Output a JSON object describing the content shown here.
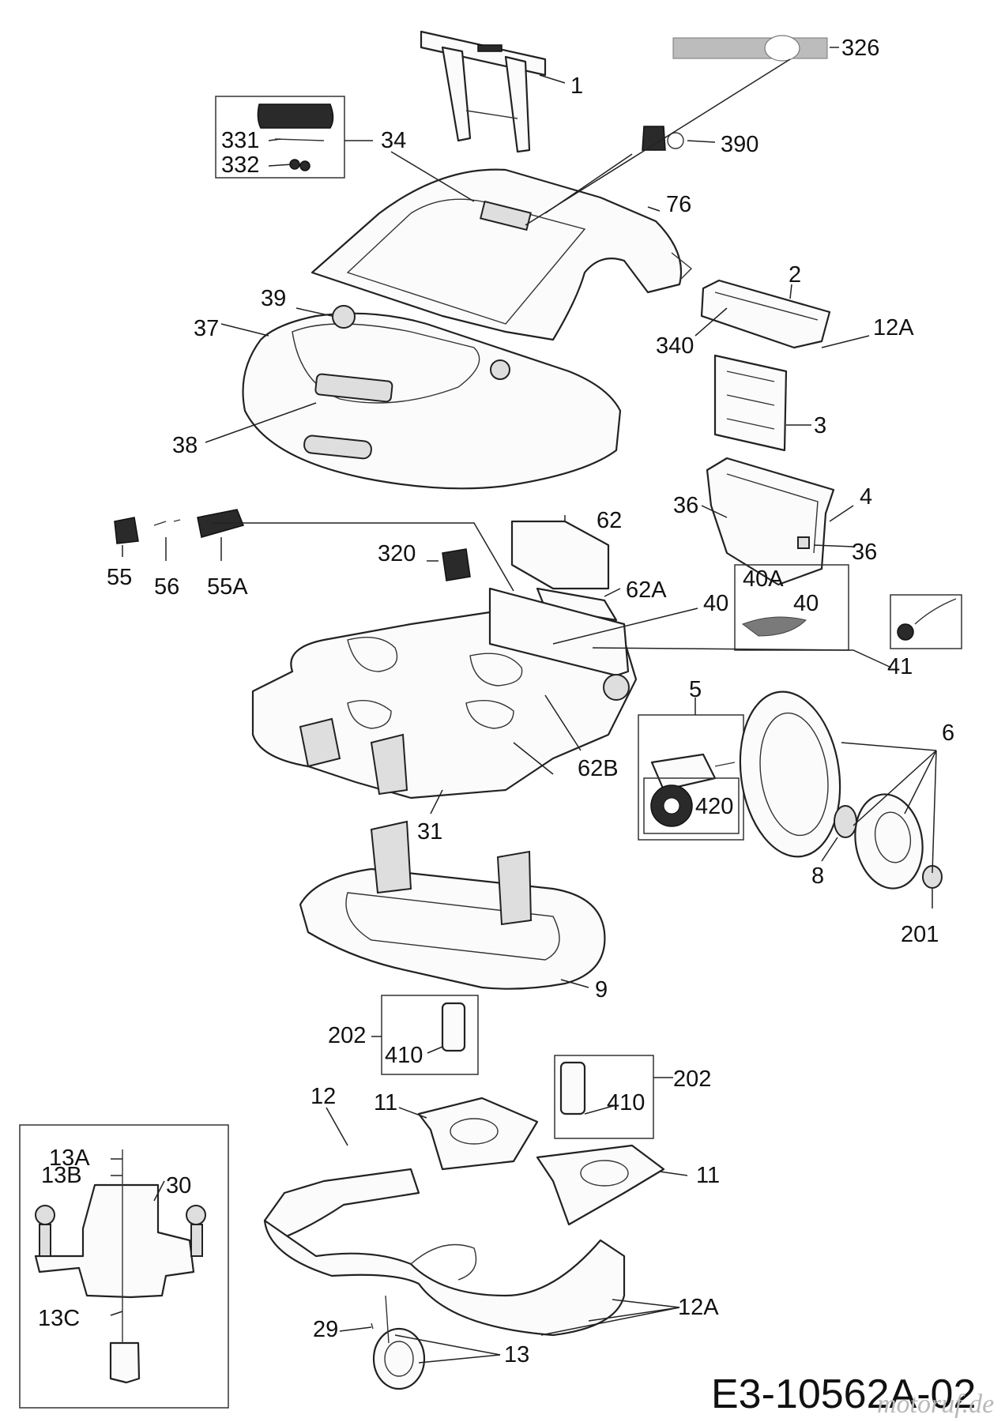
{
  "diagram_code": "E3-10562A-02",
  "watermark": "motoruf.de",
  "callouts": {
    "c1": "1",
    "c326": "326",
    "c331": "331",
    "c34": "34",
    "c332": "332",
    "c390": "390",
    "c76": "76",
    "c39": "39",
    "c37": "37",
    "c2": "2",
    "c12A_top": "12A",
    "c340": "340",
    "c38": "38",
    "c3": "3",
    "c36_a": "36",
    "c4": "4",
    "c36_b": "36",
    "c62": "62",
    "c55": "55",
    "c56": "56",
    "c55A": "55A",
    "c320": "320",
    "c62A": "62A",
    "c40A": "40A",
    "c40_box": "40",
    "c40": "40",
    "c41": "41",
    "c5": "5",
    "c6": "6",
    "c62B": "62B",
    "c420": "420",
    "c31": "31",
    "c8": "8",
    "c201": "201",
    "c9": "9",
    "c202_a": "202",
    "c410_a": "410",
    "c202_b": "202",
    "c410_b": "410",
    "c12": "12",
    "c11_a": "11",
    "c11_b": "11",
    "c13A": "13A",
    "c13B": "13B",
    "c30": "30",
    "c13C": "13C",
    "c12A_bottom": "12A",
    "c29": "29",
    "c13": "13"
  }
}
